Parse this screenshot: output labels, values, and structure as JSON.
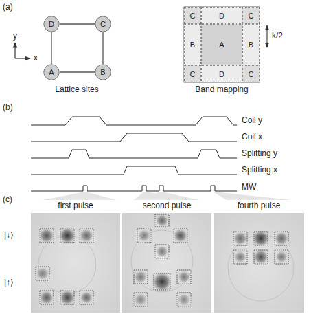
{
  "diagram": {
    "nodes": [
      {
        "text": [
          "D"
        ]
      },
      {
        "text": [
          "C"
        ]
      },
      {
        "text": [
          "A"
        ]
      },
      {
        "text": [
          "B"
        ]
      },
      {
        "text": [
          "C"
        ]
      },
      {
        "text": [
          "D"
        ]
      },
      {
        "text": [
          "C"
        ]
      },
      {
        "text": [
          "B"
        ]
      },
      {
        "text": [
          "A"
        ]
      },
      {
        "text": [
          "B"
        ]
      },
      {
        "text": [
          "C"
        ]
      },
      {
        "text": [
          "D"
        ]
      },
      {
        "text": [
          "C"
        ]
      }
    ],
    "edges": [
      {
        "from": 2,
        "to": 3,
        "arrow": "none"
      },
      {
        "from": 3,
        "to": 1,
        "arrow": "none"
      },
      {
        "from": 1,
        "to": 0,
        "arrow": "none"
      },
      {
        "from": 0,
        "to": 2,
        "arrow": "none"
      }
    ],
    "labels": [
      "(a)",
      "y",
      "x",
      "Lattice sites",
      "Band mapping",
      "k/2",
      "(b)",
      "Coil y",
      "Coil x",
      "Splitting y",
      "Splitting x",
      "MW",
      "(c)",
      "first pulse",
      "second pulse",
      "fourth pulse",
      "|↓⟩",
      "|↑⟩"
    ]
  }
}
